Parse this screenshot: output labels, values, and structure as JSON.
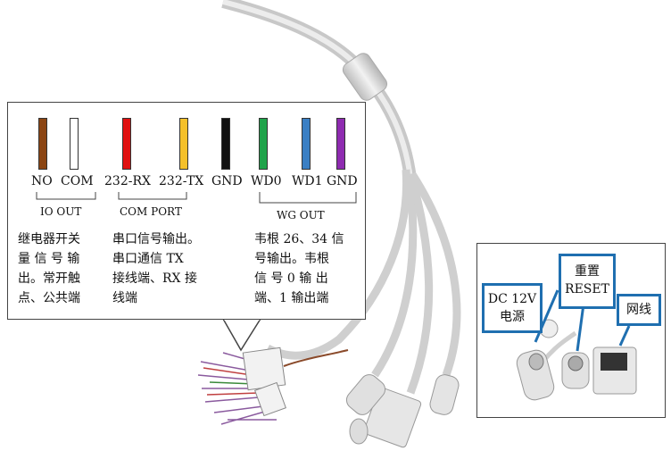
{
  "wires": [
    {
      "label": "NO",
      "color": "#8B4513"
    },
    {
      "label": "COM",
      "color": "#FFFFFF"
    },
    {
      "label": "232-RX",
      "color": "#E01010"
    },
    {
      "label": "232-TX",
      "color": "#F5C02A"
    },
    {
      "label": "GND",
      "color": "#111111"
    },
    {
      "label": "WD0",
      "color": "#1FA34A"
    },
    {
      "label": "WD1",
      "color": "#3A7FC4"
    },
    {
      "label": "GND",
      "color": "#8E2BB0"
    }
  ],
  "groups": {
    "io": "IO OUT",
    "com": "COM PORT",
    "wg": "WG OUT"
  },
  "descriptions": {
    "io": [
      "继电器开关",
      "量 信 号 输",
      "出。常开触",
      "点、公共端"
    ],
    "com": [
      "串口信号输出。",
      "串口通信  TX",
      "接线端、RX 接",
      "线端"
    ],
    "wg": [
      "韦根 26、34 信",
      "号输出。韦根",
      "信 号  0  输 出",
      "端、1 输出端"
    ]
  },
  "inset": {
    "dc": [
      "DC 12V",
      "电源"
    ],
    "reset": [
      "重置",
      "RESET"
    ],
    "network": "网线"
  },
  "colors": {
    "tag_border": "#1f6fb0",
    "cable": "#d9d9d9"
  }
}
